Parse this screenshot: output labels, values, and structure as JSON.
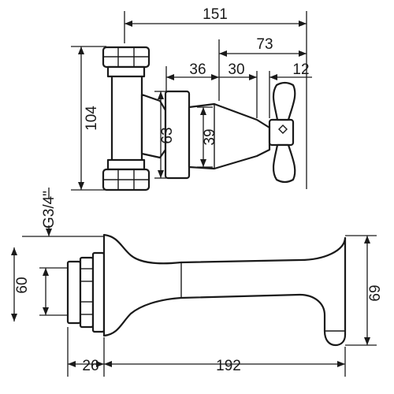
{
  "top_view": {
    "dimensions": {
      "overall_width": "151",
      "handle_projection": "73",
      "backplate_to_body": "36",
      "body_depth": "30",
      "handle_depth": "12",
      "height": "104",
      "plate_height": "63",
      "body_height": "39"
    }
  },
  "side_view": {
    "dimensions": {
      "thread_size": "G3/4\"",
      "plate_height": "60",
      "outlet_height": "69",
      "flange_depth": "26",
      "spout_length": "192"
    }
  }
}
